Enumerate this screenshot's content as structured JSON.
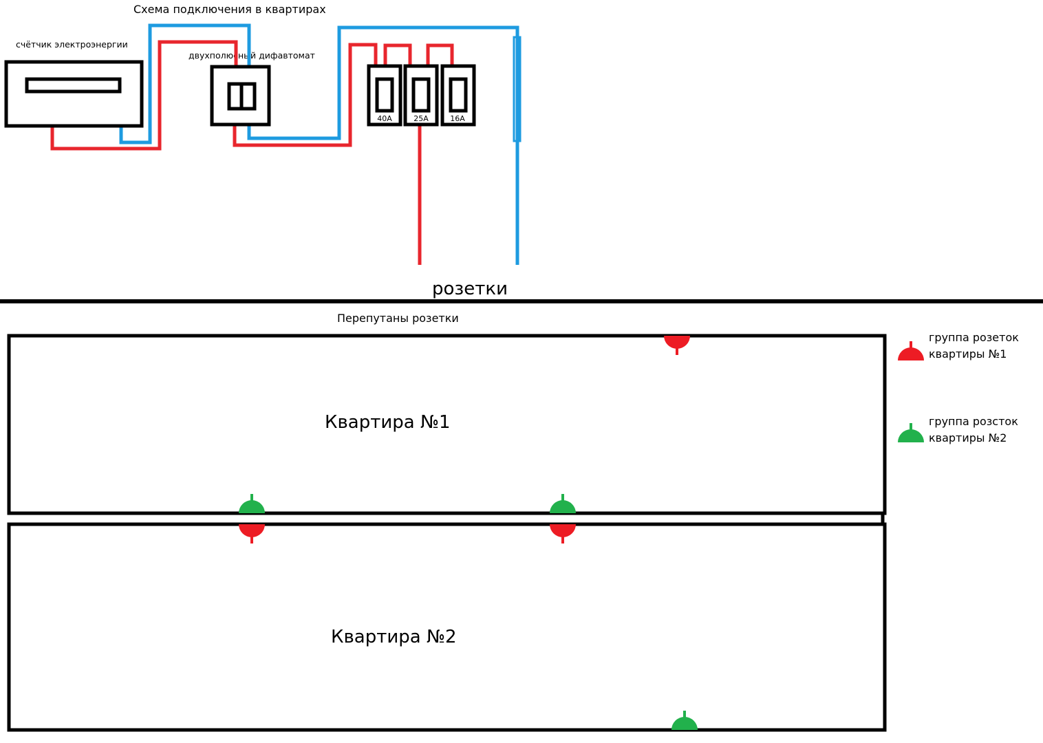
{
  "title": "Схема подключения в квартирах",
  "meter_label": "счётчик электроэнергии",
  "rcbo_label": "двухполюсный дифавтомат",
  "breakers": [
    {
      "rating": "40A"
    },
    {
      "rating": "25A"
    },
    {
      "rating": "16A"
    }
  ],
  "sockets_label": "розетки",
  "section_title": "Перепутаны розетки",
  "apartments": [
    {
      "name": "Квартира №1"
    },
    {
      "name": "Квартира №2"
    }
  ],
  "legend": [
    {
      "line1": "группа розеток",
      "line2": "квартиры №1",
      "color": "#ED1C24"
    },
    {
      "line1": "группа розсток",
      "line2": "квартиры №2",
      "color": "#22B14C"
    }
  ],
  "colors": {
    "phase_wire": "#E8262D",
    "neutral_wire": "#1E9BE0",
    "apartment1_sockets": "#ED1C24",
    "apartment2_sockets": "#22B14C",
    "outline": "#000000"
  },
  "icons": {
    "socket": "half-circle-socket-icon"
  }
}
